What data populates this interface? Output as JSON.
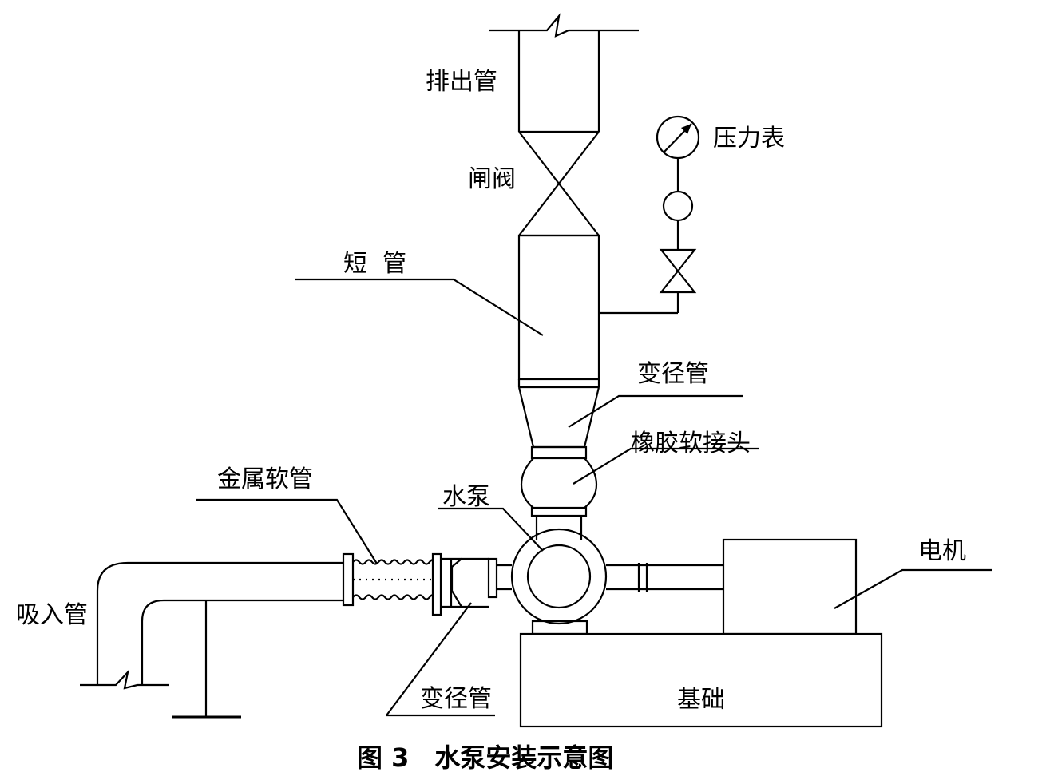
{
  "labels": {
    "discharge_pipe": "排出管",
    "gate_valve": "闸阀",
    "short_pipe": "短  管",
    "pressure_gauge": "压力表",
    "reducer_top": "变径管",
    "rubber_joint": "橡胶软接头",
    "water_pump": "水泵",
    "metal_hose": "金属软管",
    "motor": "电机",
    "suction_pipe": "吸入管",
    "reducer_bottom": "变径管",
    "foundation": "基础"
  },
  "caption": "图 3　水泵安装示意图"
}
